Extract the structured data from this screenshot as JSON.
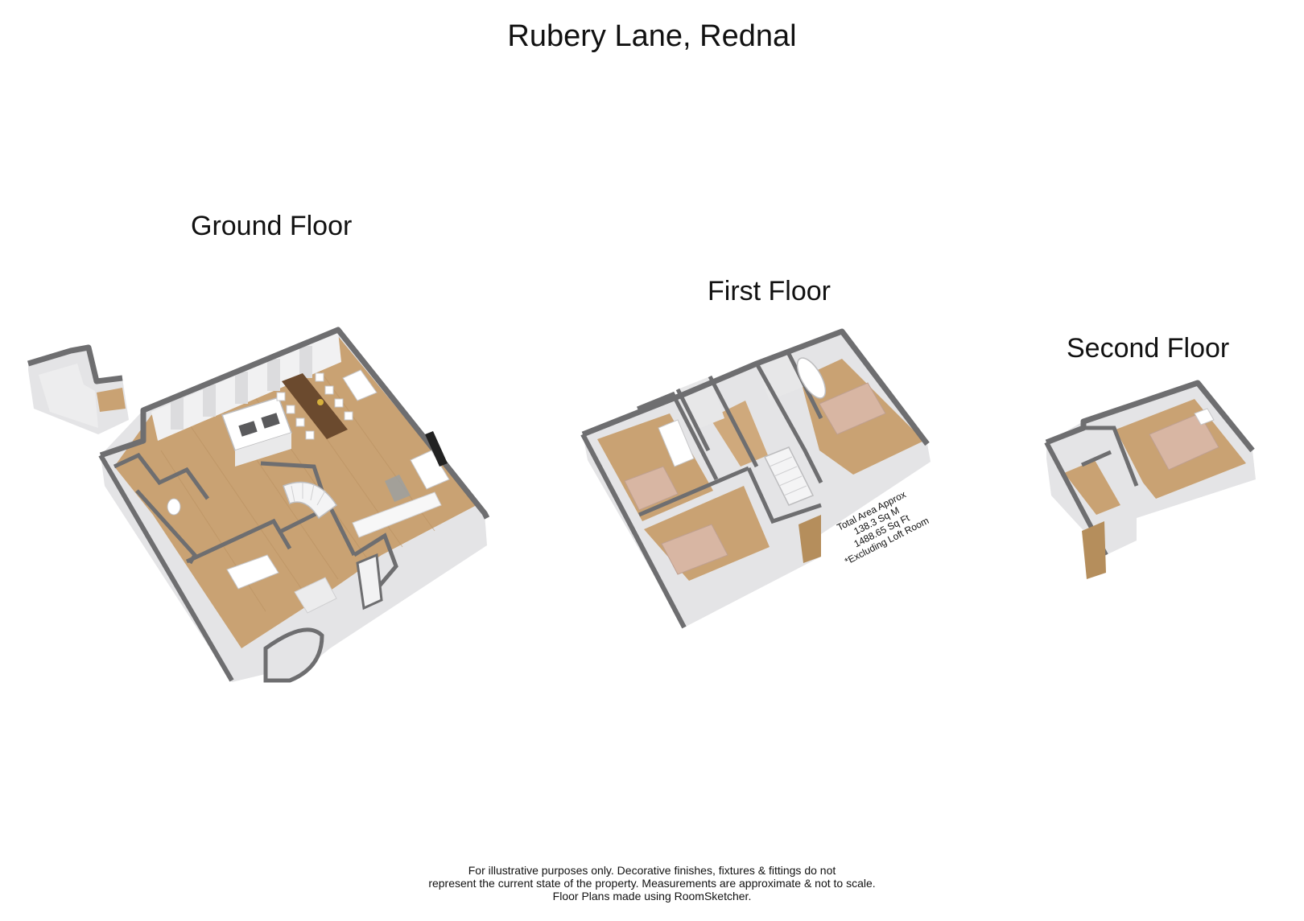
{
  "title": "Rubery Lane, Rednal",
  "floors": [
    {
      "label": "Ground Floor"
    },
    {
      "label": "First Floor"
    },
    {
      "label": "Second Floor"
    }
  ],
  "area_note": {
    "line1": "Total Area Approx",
    "line2": "138.3 Sq M",
    "line3": "1488.65 Sq Ft",
    "line4": "*Excluding Loft Room"
  },
  "disclaimer": {
    "line1": "For illustrative purposes only. Decorative finishes, fixtures & fittings do not",
    "line2": "represent the current state of the property. Measurements are approximate & not to scale.",
    "line3": "Floor Plans made using RoomSketcher."
  },
  "colors": {
    "wall_top": "#6e6e70",
    "wall_face": "#e4e4e6",
    "wood_floor": "#c9a273",
    "furniture": "#ffffff",
    "bed": "#d8b6a3"
  }
}
